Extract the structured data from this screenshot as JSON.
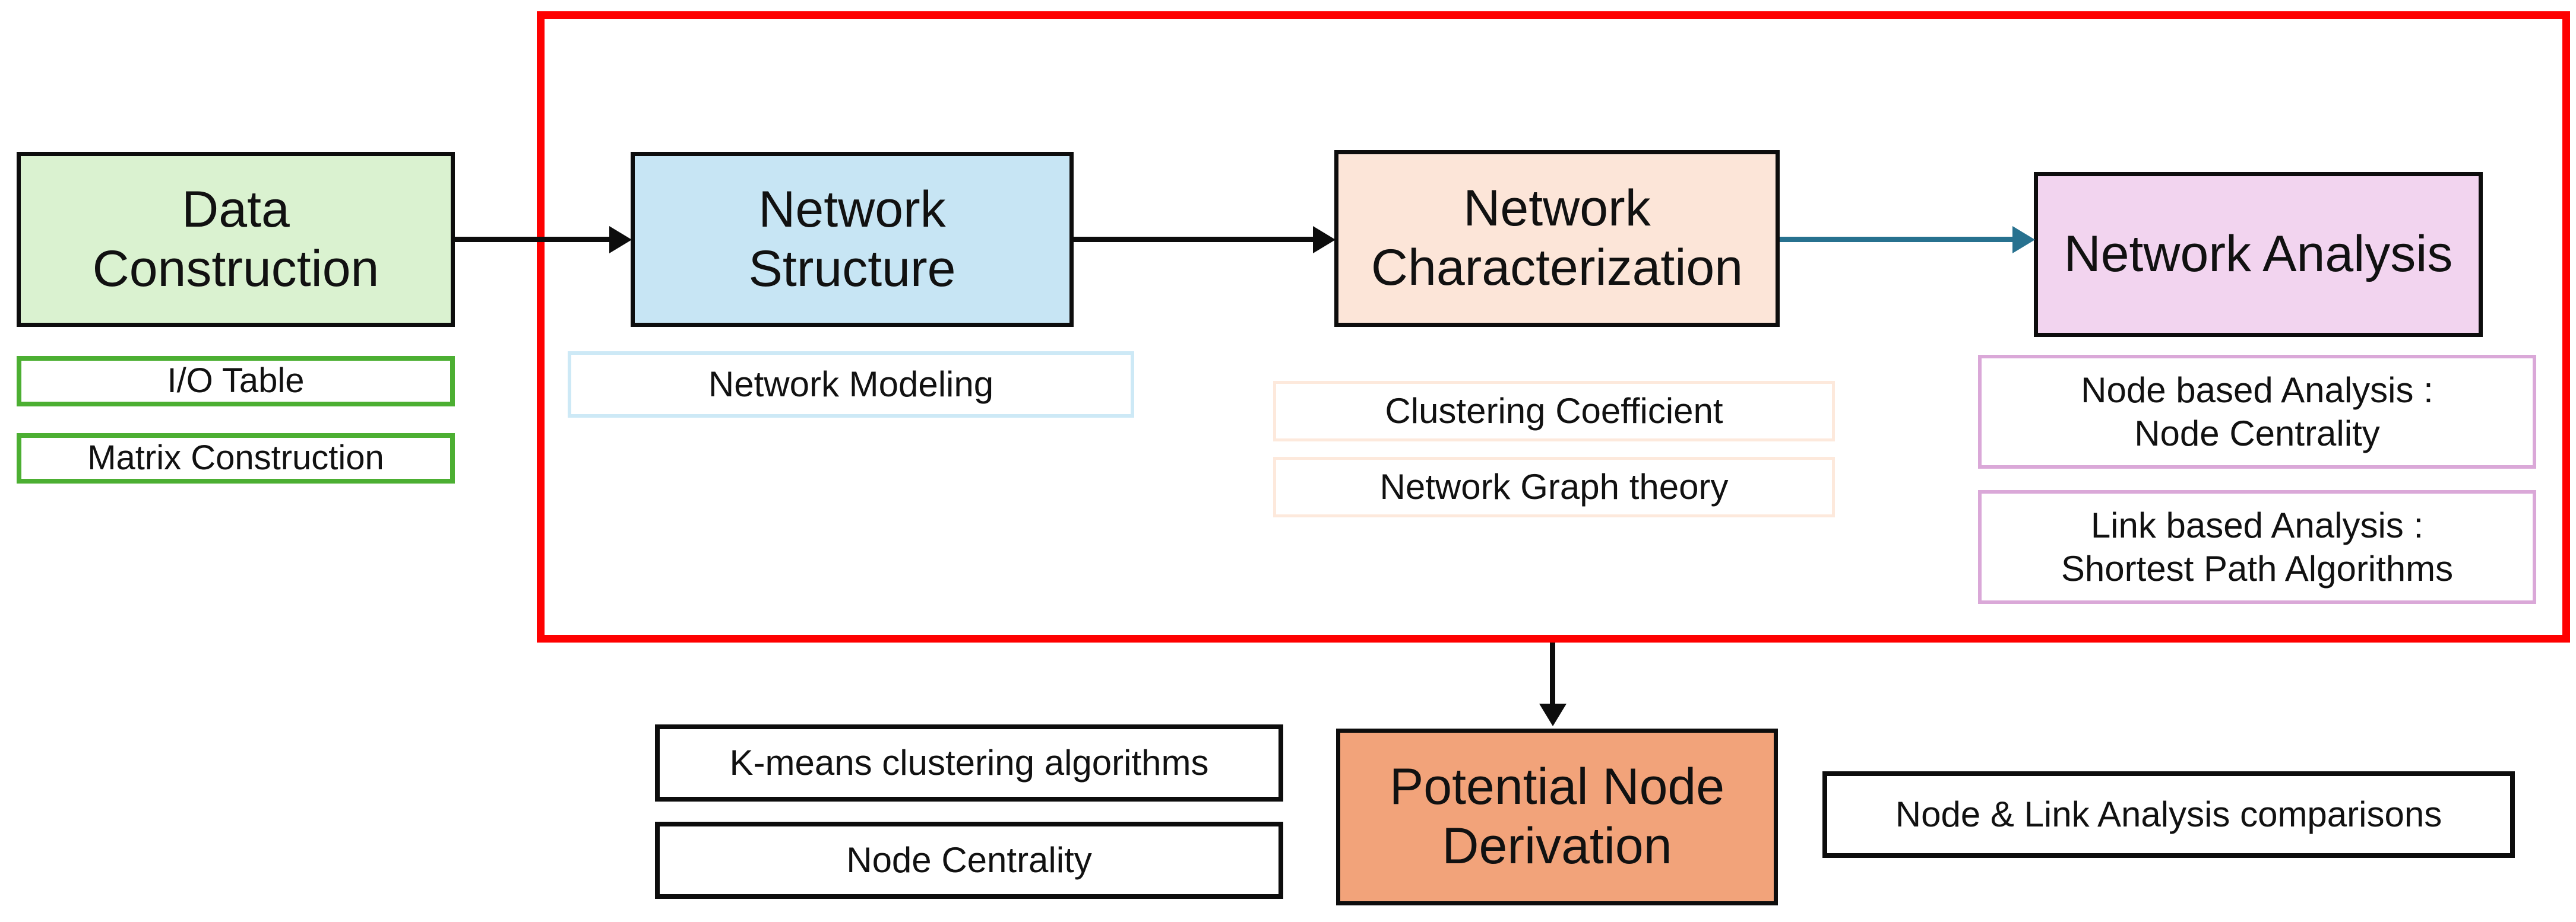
{
  "figure": {
    "type": "flow-diagram",
    "background": "#ffffff",
    "highlight_frame_color": "#fe0101",
    "arrow_color_default": "#0d0d0d",
    "arrow_color_teal": "#27718f"
  },
  "stages": [
    {
      "label": "Data\nConstruction",
      "fill": "#daf2d0",
      "border": "#0d0d0d",
      "children": [
        {
          "label": "I/O Table",
          "border": "#4caf32"
        },
        {
          "label": "Matrix Construction",
          "border": "#4caf32"
        }
      ]
    },
    {
      "label": "Network\nStructure",
      "fill": "#c7e5f4",
      "border": "#0d0d0d",
      "children": [
        {
          "label": "Network Modeling",
          "border": "#cde9f6"
        }
      ]
    },
    {
      "label": "Network\nCharacterization",
      "fill": "#fce5d8",
      "border": "#0d0d0d",
      "children": [
        {
          "label": "Clustering Coefficient",
          "border": "#fde9dc"
        },
        {
          "label": "Network Graph theory",
          "border": "#fde9dc"
        }
      ]
    },
    {
      "label": "Network Analysis",
      "fill": "#f2d4ef",
      "border": "#0d0d0d",
      "children": [
        {
          "label": "Node based Analysis :\nNode Centrality",
          "border": "#daa8d8"
        },
        {
          "label": "Link based Analysis :\nShortest Path Algorithms",
          "border": "#daa8d8"
        }
      ]
    },
    {
      "label": "Potential Node\nDerivation",
      "fill": "#f2a37a",
      "border": "#0d0d0d",
      "children": [
        {
          "label": "K-means clustering algorithms",
          "border": "#0d0d0d"
        },
        {
          "label": "Node Centrality",
          "border": "#0d0d0d"
        },
        {
          "label": "Node & Link Analysis comparisons",
          "border": "#0d0d0d"
        }
      ]
    }
  ]
}
